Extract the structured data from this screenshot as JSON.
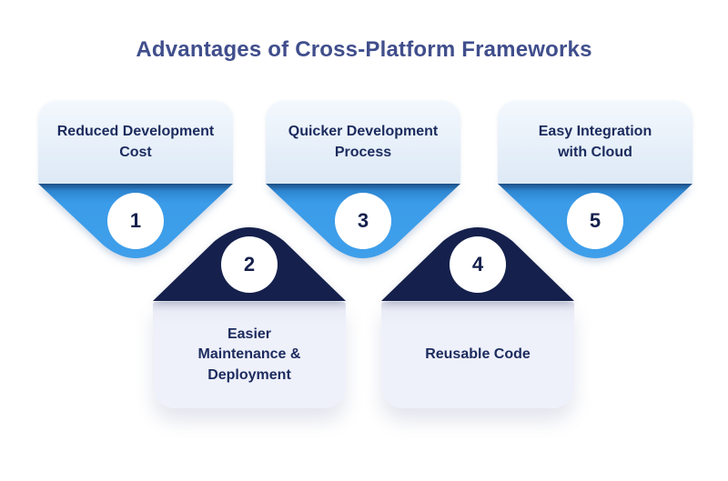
{
  "title": "Advantages of Cross-Platform Frameworks",
  "items": [
    {
      "number": "1",
      "label": "Reduced Development Cost",
      "label_lines": [
        "Reduced Development",
        "Cost"
      ],
      "row": "top"
    },
    {
      "number": "2",
      "label": "Easier Maintenance & Deployment",
      "label_lines": [
        "Easier",
        "Maintenance &",
        "Deployment"
      ],
      "row": "bottom"
    },
    {
      "number": "3",
      "label": "Quicker Development Process",
      "label_lines": [
        "Quicker Development",
        "Process"
      ],
      "row": "top"
    },
    {
      "number": "4",
      "label": "Reusable Code",
      "label_lines": [
        "Reusable Code"
      ],
      "row": "bottom"
    },
    {
      "number": "5",
      "label": "Easy Integration with Cloud",
      "label_lines": [
        "Easy Integration",
        "with Cloud"
      ],
      "row": "top"
    }
  ],
  "colors": {
    "background": "#ffffff",
    "title_text": "#404e8c",
    "card_text": "#1c2b5e",
    "number_text": "#15204c",
    "accent_blue": "#3b9ce9",
    "accent_blue_dark": "#1d4f87",
    "accent_navy": "#15204c",
    "top_card_gradient_start": "#f3f8fd",
    "top_card_gradient_end": "#dde9f6",
    "bottom_card_bg": "#eef0fa",
    "circle_bg": "#ffffff"
  }
}
